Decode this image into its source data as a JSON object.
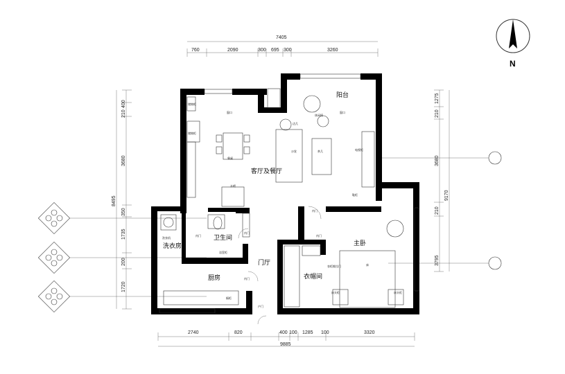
{
  "dimensions": {
    "top_total": "7405",
    "top_segments": [
      "760",
      "2090",
      "300",
      "695",
      "300",
      "3260"
    ],
    "bottom_total": "9885",
    "bottom_segments": [
      "2740",
      "820",
      "400",
      "100",
      "1285",
      "100",
      "3320"
    ],
    "left_total": "8495",
    "left_segments": [
      "400",
      "210",
      "3680",
      "350",
      "1735",
      "200",
      "1720"
    ],
    "right_total": "9170",
    "right_segments": [
      "1275",
      "210",
      "3680",
      "210",
      "3795"
    ]
  },
  "north_label": "N",
  "rooms": {
    "balcony": "阳台",
    "living_dining": "客厅及餐厅",
    "bathroom": "卫生间",
    "laundry": "洗衣房",
    "foyer": "门厅",
    "master_bedroom": "主卧",
    "closet": "衣帽间",
    "kitchen": "厨房"
  },
  "furniture": {
    "window1": "窗口",
    "window2": "窗口",
    "storage1": "储物柜",
    "storage2": "储物柜",
    "dining_table": "餐桌",
    "sofa": "沙发",
    "coffee_table": "茶几",
    "tv_cabinet": "电视柜",
    "side_table": "边几",
    "leisure_chair": "休闲椅",
    "water_bar": "水吧",
    "shoe_cabinet": "鞋柜",
    "bed": "床",
    "wardrobe_door": "衣柜推拉门",
    "nightstand1": "床头柜",
    "nightstand2": "床头柜",
    "cabinet": "橱柜",
    "washer": "洗衣机",
    "bath_cabinet": "浴室柜",
    "door1": "内门",
    "door2": "内门",
    "door3": "内门",
    "door4": "内门",
    "door5": "内门",
    "entry_door": "户门"
  }
}
